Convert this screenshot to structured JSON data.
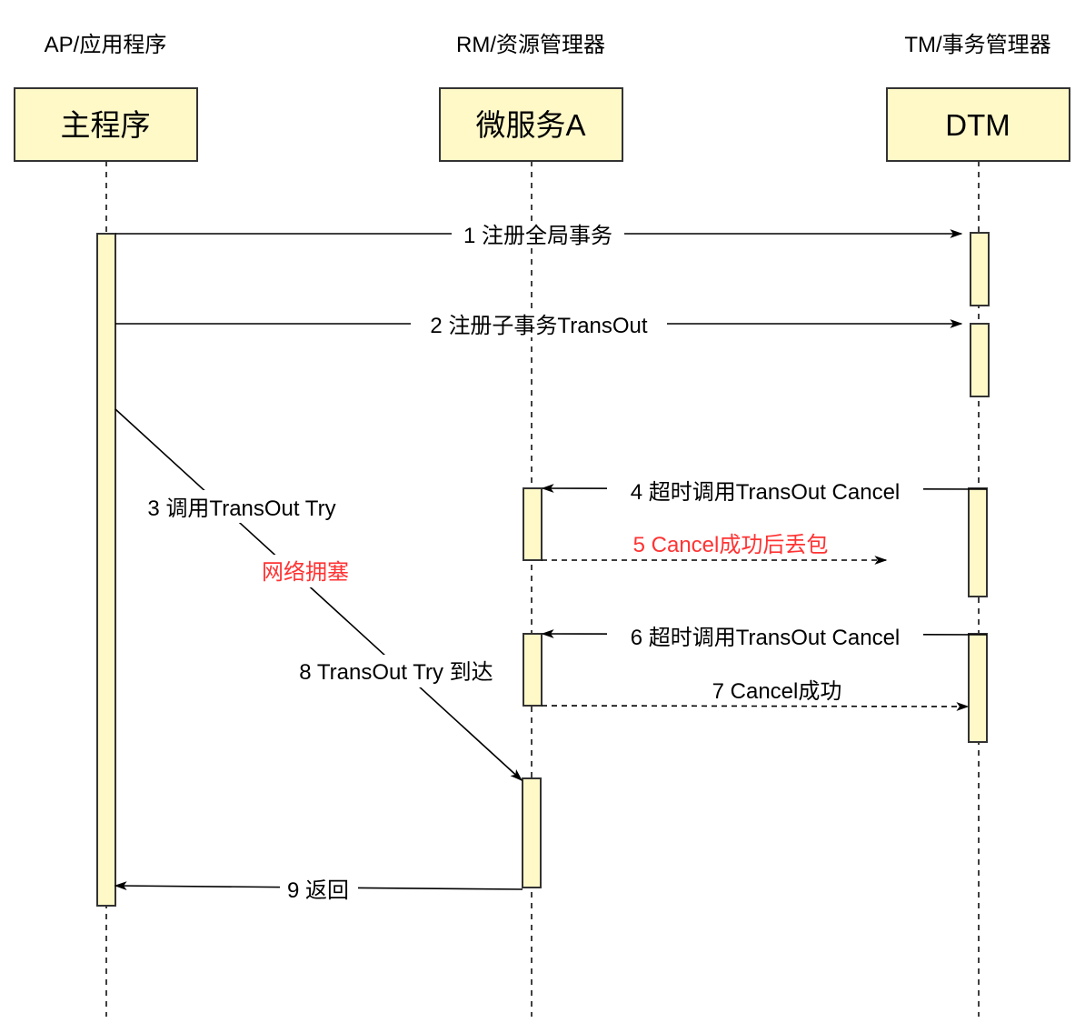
{
  "participants": [
    {
      "id": "ap",
      "role": "AP/应用程序",
      "name": "主程序"
    },
    {
      "id": "rm",
      "role": "RM/资源管理器",
      "name": "微服务A"
    },
    {
      "id": "tm",
      "role": "TM/事务管理器",
      "name": "DTM"
    }
  ],
  "messages": [
    {
      "id": "m1",
      "from": "ap",
      "to": "tm",
      "label": "1 注册全局事务",
      "style": "solid",
      "color": "#000000"
    },
    {
      "id": "m2",
      "from": "ap",
      "to": "tm",
      "label": "2 注册子事务TransOut",
      "style": "solid",
      "color": "#000000"
    },
    {
      "id": "m3",
      "from": "ap",
      "to": "rm",
      "label": "3 调用TransOut Try",
      "style": "solid",
      "color": "#000000"
    },
    {
      "id": "m3-note",
      "label": "网络拥塞",
      "color": "#ff3333"
    },
    {
      "id": "m4",
      "from": "tm",
      "to": "rm",
      "label": "4 超时调用TransOut Cancel",
      "style": "solid",
      "color": "#000000"
    },
    {
      "id": "m5",
      "from": "rm",
      "to": "tm",
      "label": "5 Cancel成功后丢包",
      "style": "dashed",
      "color": "#ff3333",
      "lost": true
    },
    {
      "id": "m6",
      "from": "tm",
      "to": "rm",
      "label": "6 超时调用TransOut Cancel",
      "style": "solid",
      "color": "#000000"
    },
    {
      "id": "m7",
      "from": "rm",
      "to": "tm",
      "label": "7 Cancel成功",
      "style": "dashed",
      "color": "#000000"
    },
    {
      "id": "m8",
      "label": "8 TransOut Try 到达",
      "color": "#000000"
    },
    {
      "id": "m9",
      "from": "rm",
      "to": "ap",
      "label": "9 返回",
      "style": "solid",
      "color": "#000000"
    }
  ],
  "colors": {
    "box_fill": "#fff9c8",
    "box_stroke": "#333333",
    "highlight_text": "#ff3333"
  }
}
